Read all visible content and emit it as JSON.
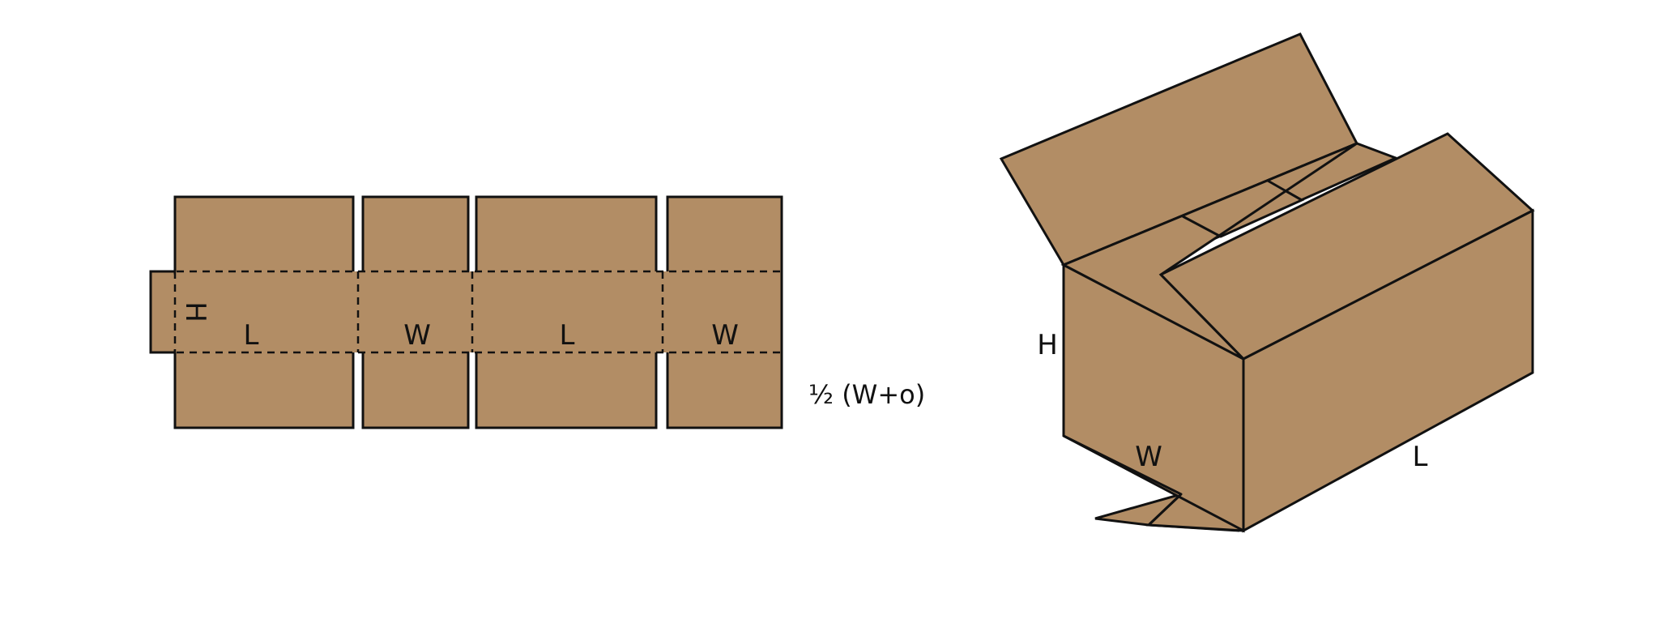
{
  "colors": {
    "cardboard": "#b28d65",
    "line": "#111111",
    "background": "#ffffff"
  },
  "flat_layout": {
    "panel_labels": [
      "L",
      "W",
      "L",
      "W"
    ],
    "height_label": "H",
    "flap_note": "½ (W+o)"
  },
  "box_3d": {
    "height_label": "H",
    "width_label": "W",
    "length_label": "L"
  }
}
